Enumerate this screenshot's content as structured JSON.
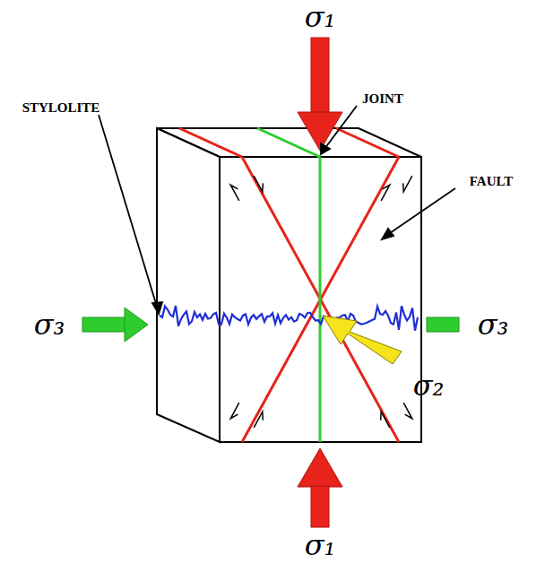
{
  "diagram": {
    "labels": [
      "σ₁",
      "JOINT",
      "STYLOLITE",
      "FAULT",
      "σ₃",
      "σ₃",
      "σ₂",
      "σ₁"
    ]
  }
}
